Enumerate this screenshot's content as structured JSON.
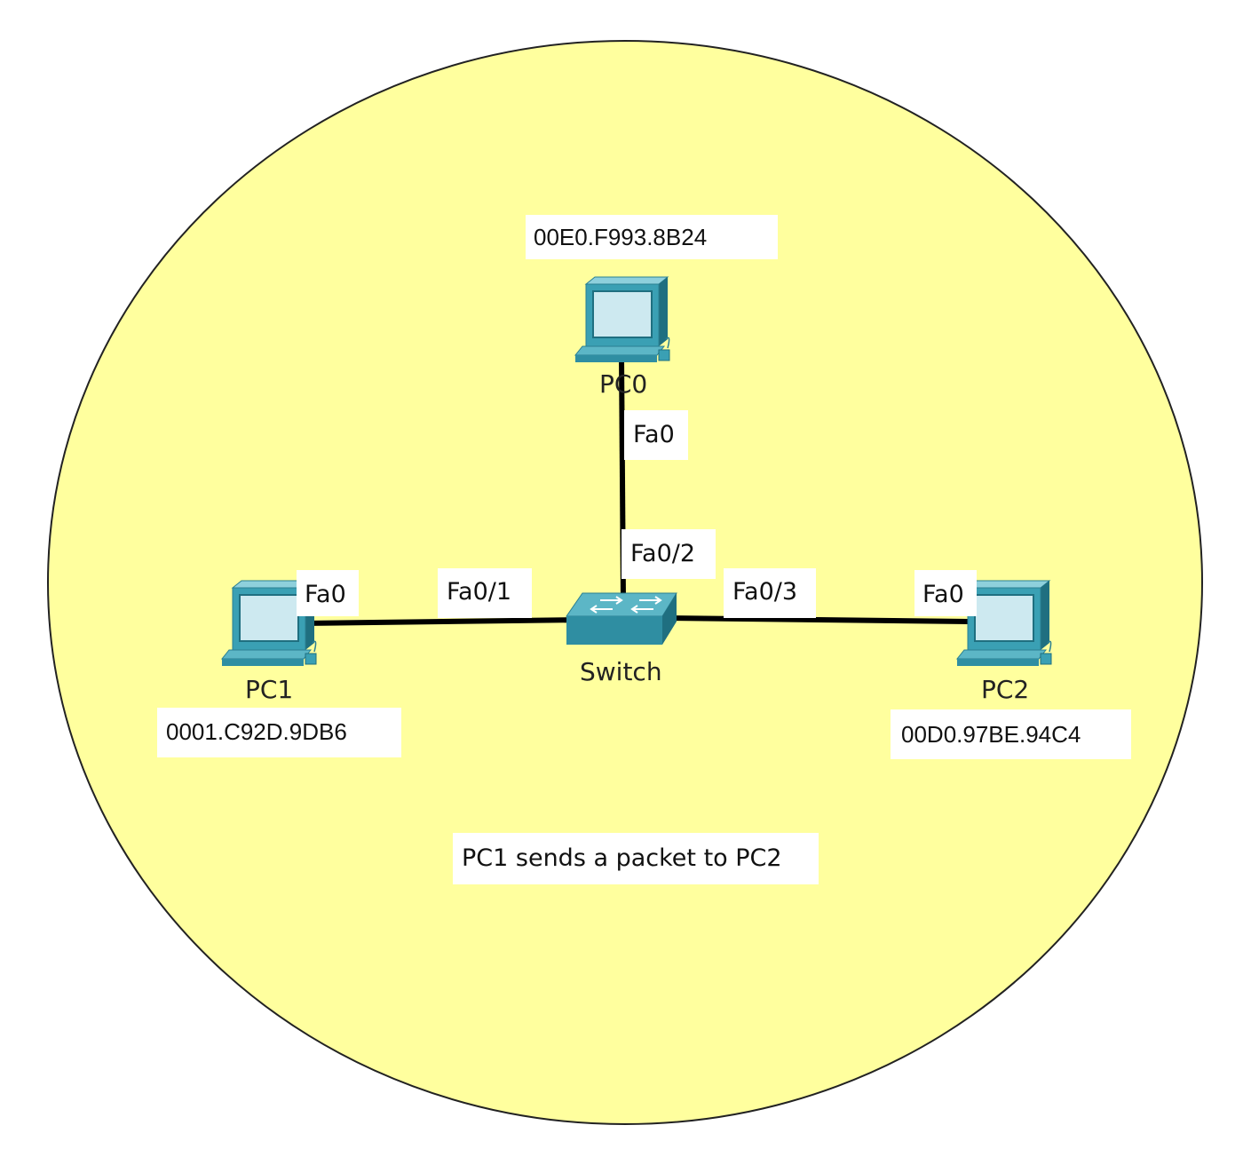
{
  "diagram": {
    "background_color": "#ffff9e",
    "devices": {
      "pc0": {
        "name": "PC0",
        "mac": "00E0.F993.8B24",
        "port": "Fa0"
      },
      "pc1": {
        "name": "PC1",
        "mac": "0001.C92D.9DB6",
        "port": "Fa0"
      },
      "pc2": {
        "name": "PC2",
        "mac": "00D0.97BE.94C4",
        "port": "Fa0"
      },
      "switch": {
        "name": "Switch",
        "ports": {
          "to_pc1": "Fa0/1",
          "to_pc0": "Fa0/2",
          "to_pc2": "Fa0/3"
        }
      }
    },
    "note": "PC1 sends a packet to PC2",
    "icon_color": "#3a9cb0"
  }
}
